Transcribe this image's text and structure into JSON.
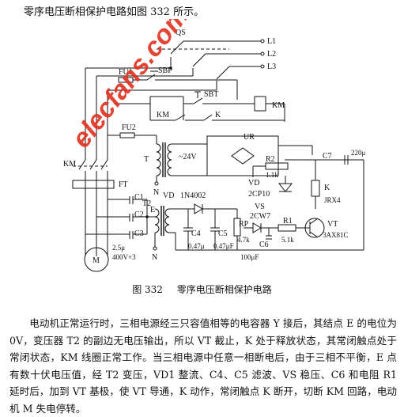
{
  "intro": "零序电压断相保护电路如图 332 所示。",
  "caption": {
    "number": "图 332",
    "title": "零序电压断相保护电路"
  },
  "watermark": "elecfans.com",
  "labels": {
    "qs": "QS",
    "l1": "L1",
    "l2": "L2",
    "l3": "L3",
    "fu1": "FU1",
    "sbp": "SBP",
    "sbt": "SBT",
    "km_coil": "KM",
    "km_contact": "KM",
    "k_contact": "K",
    "fu2": "FU2",
    "t": "T",
    "v24": "~24V",
    "ur": "UR",
    "r2": "R2",
    "r2v": "1.1k",
    "c7": "C7",
    "c7v": "220μ",
    "vd2": "VD",
    "vd2b": "2CP10",
    "k": "K",
    "krel": "JRX4",
    "km_left": "KM",
    "ft": "FT",
    "c1": "C1",
    "c2": "C2",
    "c3": "C3",
    "cval": "2.5μ",
    "cval2": "400V×3",
    "e": "E",
    "t2": "T2",
    "vd": "VD",
    "vdpart": "1N4002",
    "c4": "C4",
    "c4v": "0.47μ",
    "c5": "C5",
    "c5v": "0.47μF",
    "rp": "RP",
    "rpv": "4.7k",
    "vs": "VS",
    "vsv": "2CW7",
    "r1": "R1",
    "r1v": "5.1k",
    "c6": "C6",
    "c6v": "100μF",
    "vt": "VT",
    "vtv": "3AX81C",
    "n1": "N",
    "n2": "N",
    "motor": "M"
  },
  "body": "电动机正常运行时，三相电源经三只容值相等的电容器 Y 接后，其结点 E 的电位为 0V，变压器 T2 的副边无电压输出，所以 VT 截止，K 处于释放状态，其常闭触点处于常闭状态，KM 线圈正常工作。当三相电源中任意一相断电后，由于三相不平衡，E 点有数十伏电压值，经 T2 变压，VD1 整流、C4、C5 滤波、VS 稳压、C6 和电阻 R1 延时后，加到 VT 基极，使 VT 导通，K 动作，常闭触点 K 断开，切断 KM 回路，电动机 M 失电停转。"
}
